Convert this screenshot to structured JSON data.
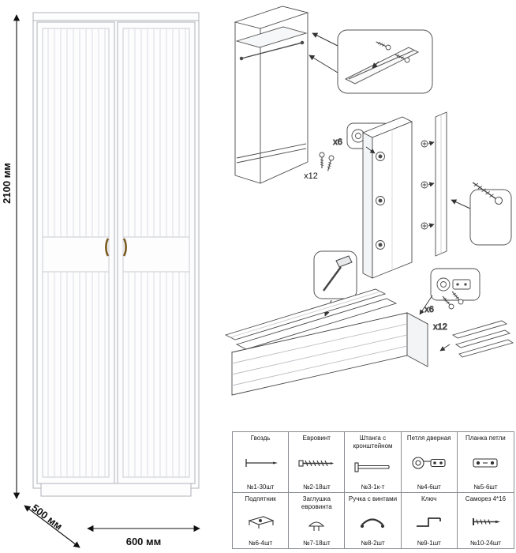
{
  "dimensions": {
    "height": "2100 мм",
    "depth": "500 мм",
    "width": "600 мм"
  },
  "callouts": {
    "hinge_top_count": "x6",
    "screw_top_count": "x12",
    "hinge_bottom_count": "x6",
    "screw_bottom_count": "x12"
  },
  "parts_table": {
    "rows": [
      [
        {
          "name": "Гвоздь",
          "qty": "№1-30шт"
        },
        {
          "name": "Евровинт",
          "qty": "№2-18шт"
        },
        {
          "name": "Штанга с кронштейном",
          "qty": "№3-1к-т"
        },
        {
          "name": "Петля дверная",
          "qty": "№4-6шт"
        },
        {
          "name": "Планка петли",
          "qty": "№5-6шт"
        }
      ],
      [
        {
          "name": "Подпятник",
          "qty": "№6-4шт"
        },
        {
          "name": "Заглушка евровинта",
          "qty": "№7-18шт"
        },
        {
          "name": "Ручка с винтами",
          "qty": "№8-2шт"
        },
        {
          "name": "Ключ",
          "qty": "№9-1шт"
        },
        {
          "name": "Саморез 4*16",
          "qty": "№10-24шт"
        }
      ]
    ]
  }
}
